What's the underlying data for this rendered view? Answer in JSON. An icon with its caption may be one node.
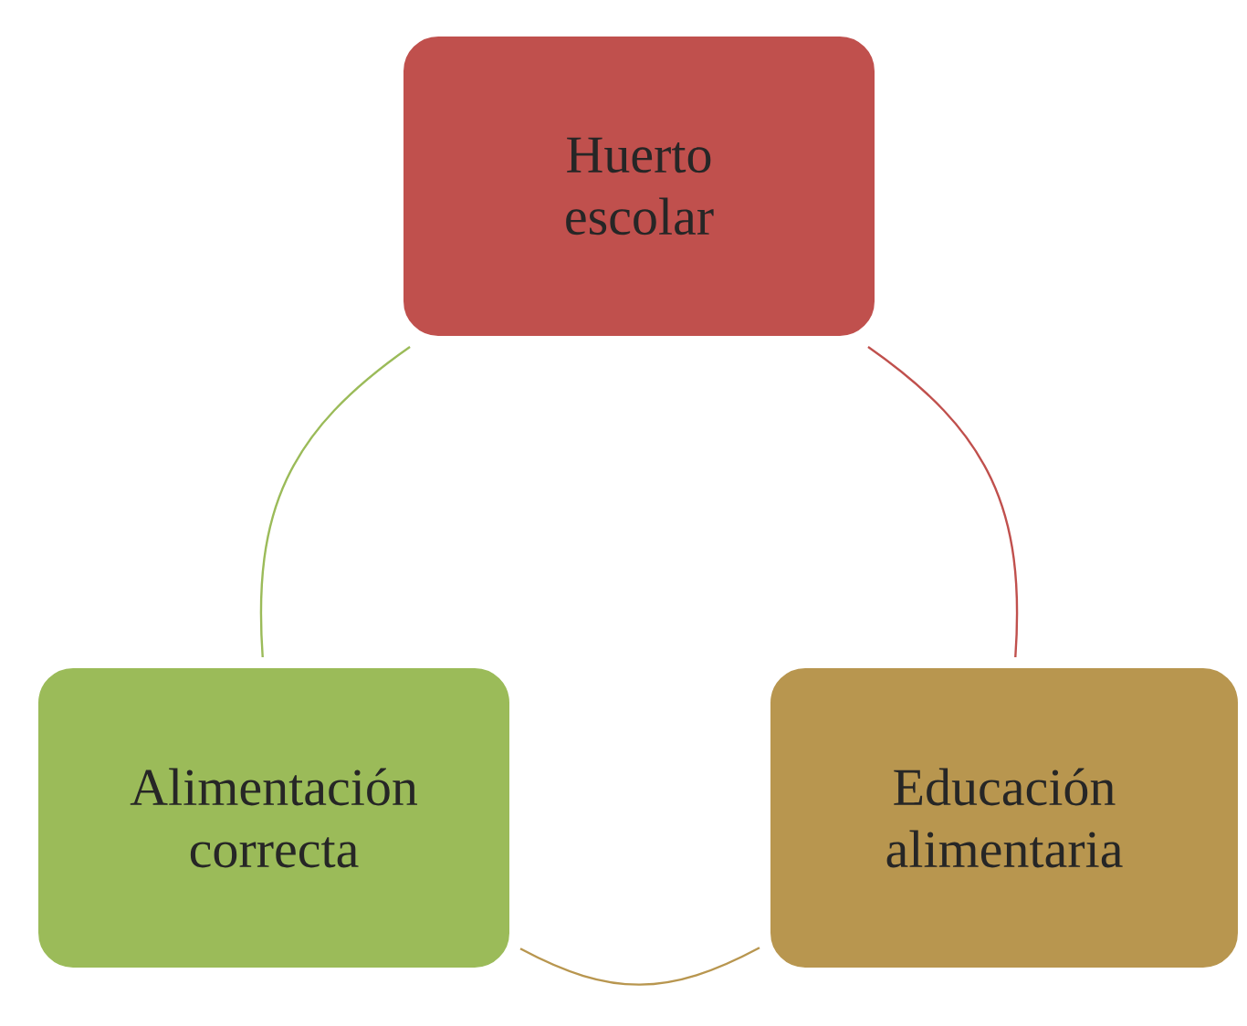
{
  "diagram": {
    "nodes": [
      {
        "text": [
          "Huerto escolar"
        ]
      },
      {
        "text": [
          "Educación alimentaria"
        ]
      },
      {
        "text": [
          "Alimentación correcta"
        ]
      }
    ],
    "edges": [
      {
        "from": 0,
        "to": 1,
        "arrow": "none",
        "color": "#c0504d"
      },
      {
        "from": 1,
        "to": 2,
        "arrow": "none",
        "color": "#b8964f"
      },
      {
        "from": 2,
        "to": 0,
        "arrow": "none",
        "color": "#9bbb59"
      }
    ]
  }
}
